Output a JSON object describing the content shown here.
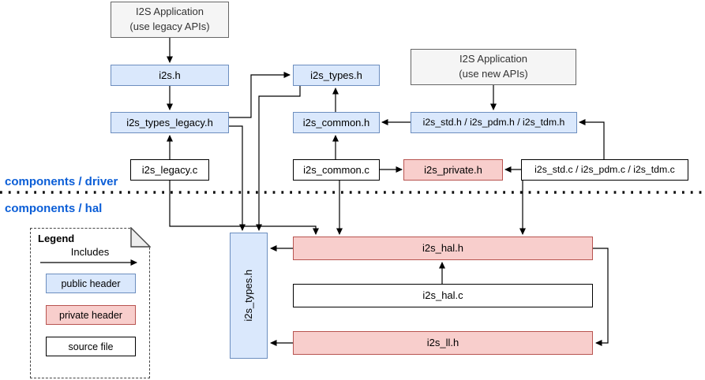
{
  "diagram": {
    "sections": {
      "driver_label": "components / driver",
      "hal_label": "components / hal"
    },
    "nodes": {
      "app_legacy": {
        "line1": "I2S Application",
        "line2": "(use legacy APIs)"
      },
      "app_new": {
        "line1": "I2S Application",
        "line2": "(use new APIs)"
      },
      "i2s_h": {
        "label": "i2s.h"
      },
      "types_legacy": {
        "label": "i2s_types_legacy.h"
      },
      "legacy_c": {
        "label": "i2s_legacy.c"
      },
      "types_driver": {
        "label": "i2s_types.h"
      },
      "common_h": {
        "label": "i2s_common.h"
      },
      "common_c": {
        "label": "i2s_common.c"
      },
      "private_h": {
        "label": "i2s_private.h"
      },
      "std_h": {
        "label": "i2s_std.h / i2s_pdm.h / i2s_tdm.h"
      },
      "std_c": {
        "label": "i2s_std.c / i2s_pdm.c / i2s_tdm.c"
      },
      "types_hal": {
        "label": "i2s_types.h"
      },
      "hal_h": {
        "label": "i2s_hal.h"
      },
      "hal_c": {
        "label": "i2s_hal.c"
      },
      "ll_h": {
        "label": "i2s_ll.h"
      }
    },
    "legend": {
      "title": "Legend",
      "includes_label": "Includes",
      "public_header": "public header",
      "private_header": "private header",
      "source_file": "source file"
    },
    "colors": {
      "public_header_bg": "#dae8fc",
      "public_header_border": "#6c8ebf",
      "private_header_bg": "#f8cecc",
      "private_header_border": "#b85450",
      "app_bg": "#f5f5f5",
      "app_border": "#666666",
      "source_bg": "#ffffff",
      "source_border": "#000000",
      "section_label_color": "#0b5ed7"
    },
    "edges": [
      {
        "from": "I2S Application (use legacy APIs)",
        "to": "i2s.h"
      },
      {
        "from": "i2s.h",
        "to": "i2s_types_legacy.h"
      },
      {
        "from": "i2s_legacy.c",
        "to": "i2s_types_legacy.h"
      },
      {
        "from": "i2s_types_legacy.h",
        "to": "i2s_types.h (driver)"
      },
      {
        "from": "i2s_common.h",
        "to": "i2s_types.h (driver)"
      },
      {
        "from": "i2s_common.c",
        "to": "i2s_common.h"
      },
      {
        "from": "i2s_std.h / i2s_pdm.h / i2s_tdm.h",
        "to": "i2s_common.h"
      },
      {
        "from": "I2S Application (use new APIs)",
        "to": "i2s_std.h / i2s_pdm.h / i2s_tdm.h"
      },
      {
        "from": "i2s_common.c",
        "to": "i2s_private.h"
      },
      {
        "from": "i2s_std.c / i2s_pdm.c / i2s_tdm.c",
        "to": "i2s_private.h"
      },
      {
        "from": "i2s_std.c / i2s_pdm.c / i2s_tdm.c",
        "to": "i2s_std.h / i2s_pdm.h / i2s_tdm.h"
      },
      {
        "from": "i2s_legacy.c",
        "to": "i2s_hal.h"
      },
      {
        "from": "i2s_common.c",
        "to": "i2s_hal.h"
      },
      {
        "from": "i2s_std.c / i2s_pdm.c / i2s_tdm.c",
        "to": "i2s_hal.h"
      },
      {
        "from": "i2s_types_legacy.h",
        "to": "i2s_types.h (hal)"
      },
      {
        "from": "i2s_types.h (driver)",
        "to": "i2s_types.h (hal)"
      },
      {
        "from": "i2s_hal.h",
        "to": "i2s_types.h (hal)"
      },
      {
        "from": "i2s_ll.h",
        "to": "i2s_types.h (hal)"
      },
      {
        "from": "i2s_hal.c",
        "to": "i2s_hal.h"
      },
      {
        "from": "i2s_hal.h",
        "to": "i2s_ll.h"
      }
    ]
  }
}
